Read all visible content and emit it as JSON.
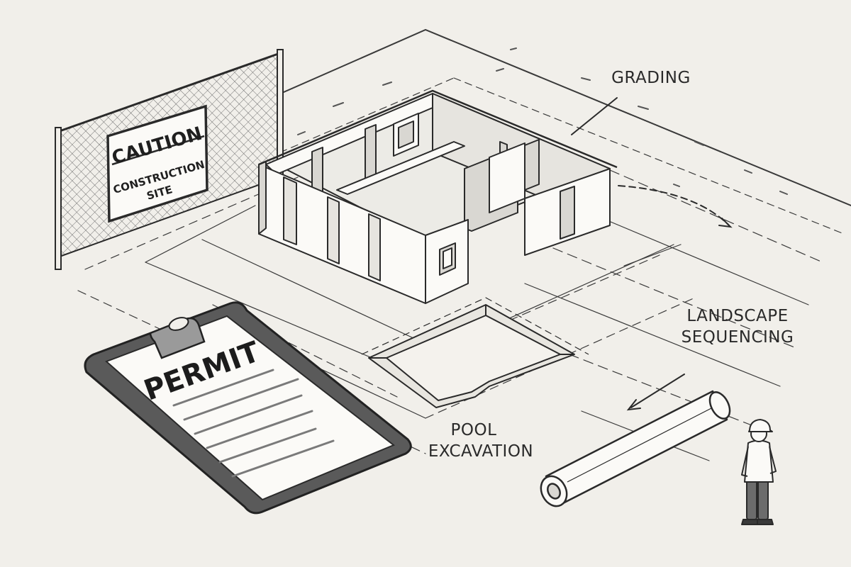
{
  "caution_sign": {
    "heading": "CAUTION",
    "line1": "CONSTRUCTION",
    "line2": "SITE"
  },
  "permit": {
    "title": "PERMIT"
  },
  "labels": {
    "grading": "GRADING",
    "landscape_line1": "LANDSCAPE",
    "landscape_line2": "SEQUENCING",
    "pool_line1": "POOL",
    "pool_line2": "EXCAVATION"
  },
  "colors": {
    "background": "#f1efea",
    "ink": "#2a2a2a",
    "wall_shade": "#d9d7d2",
    "clipboard": "#5a5a5a",
    "paper": "#fbfaf7"
  },
  "icons": [
    "chain-link-fence",
    "caution-sign",
    "clipboard",
    "rolled-blueprint",
    "construction-worker"
  ]
}
